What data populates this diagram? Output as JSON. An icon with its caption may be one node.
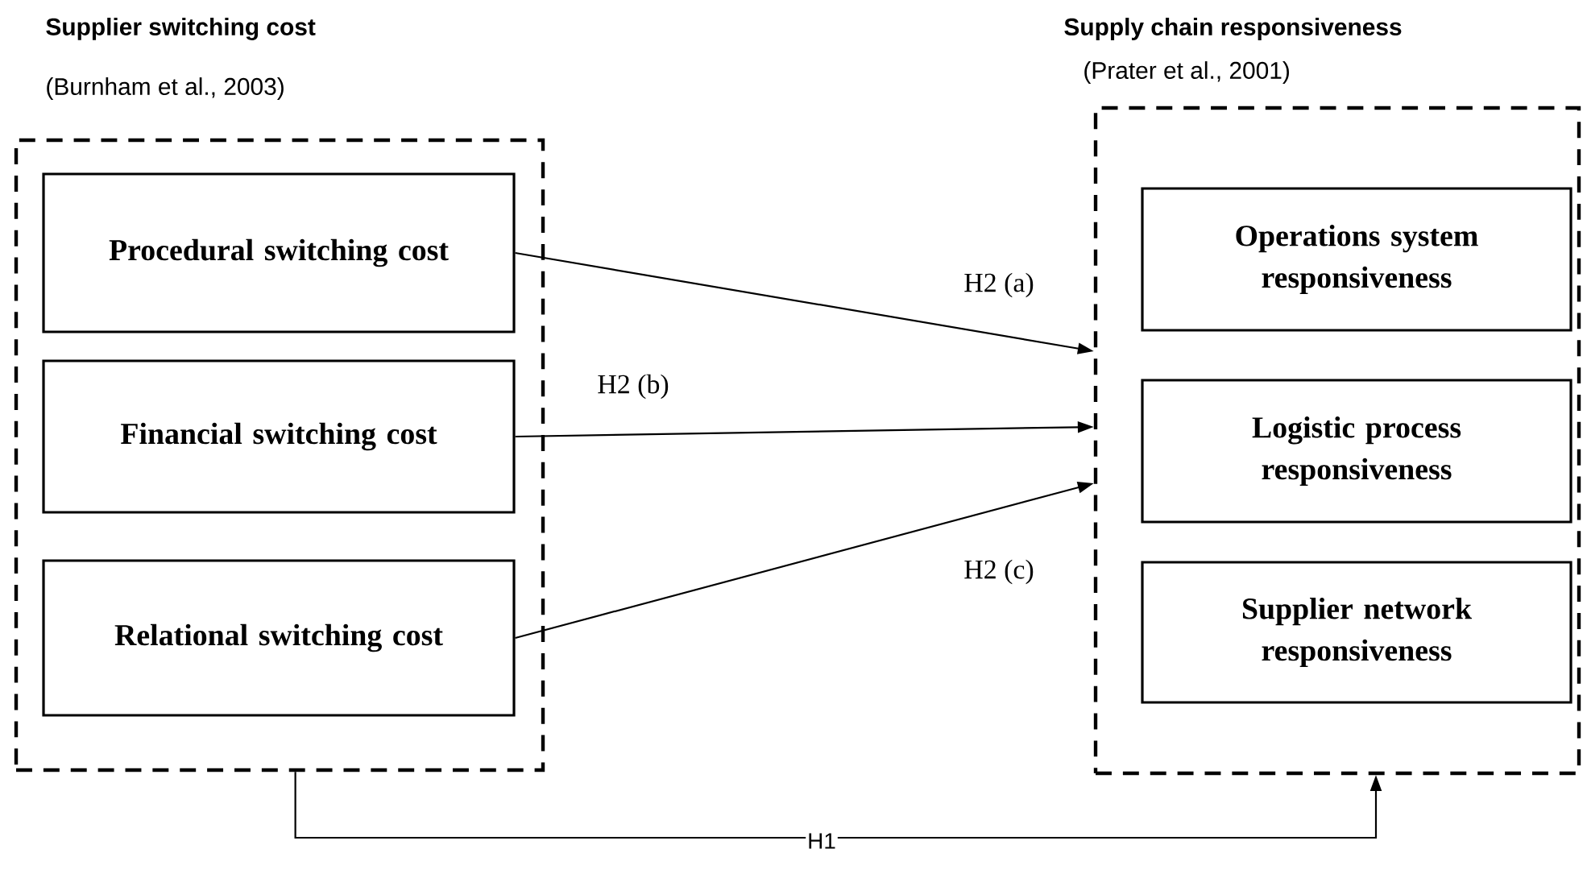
{
  "diagram": {
    "nodes": [
      {
        "text": [
          "Supplier switching cost",
          "(Burnham et al., 2003)"
        ]
      },
      {
        "text": [
          "Procedural switching cost"
        ],
        "in": 0
      },
      {
        "text": [
          "Financial switching cost"
        ],
        "in": 0
      },
      {
        "text": [
          "Relational switching cost"
        ],
        "in": 0
      },
      {
        "text": [
          "Supply chain responsiveness",
          "(Prater et al., 2001)"
        ]
      },
      {
        "text": [
          "Operations system responsiveness"
        ],
        "in": 4
      },
      {
        "text": [
          "Logistic process responsiveness"
        ],
        "in": 4
      },
      {
        "text": [
          "Supplier network responsiveness"
        ],
        "in": 4
      }
    ],
    "edges": [
      {
        "from": 1,
        "to": 4,
        "arrow": "to",
        "label": "H2 (a)"
      },
      {
        "from": 2,
        "to": 4,
        "arrow": "to",
        "label": "H2 (b)"
      },
      {
        "from": 3,
        "to": 4,
        "arrow": "to",
        "label": "H2 (c)"
      },
      {
        "from": 0,
        "to": 4,
        "arrow": "to",
        "label": "H1"
      }
    ]
  }
}
